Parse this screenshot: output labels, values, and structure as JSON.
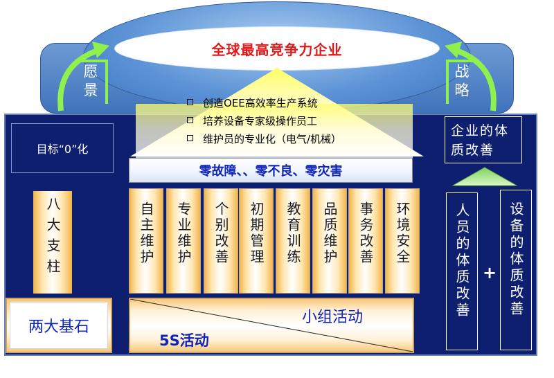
{
  "roof": {
    "ellipse_text": "全球最高竞争力企业",
    "left_label": "愿景",
    "right_label": "战略"
  },
  "goals": {
    "items": [
      "创造OEE高效率生产系统",
      "培养设备专家级操作员工",
      "维护员的专业化（电气/机械）"
    ],
    "zero_banner": "零故障、、零不良、零灾害"
  },
  "left": {
    "target_box": "目标“0”化",
    "eight_pillars_label": "八大支柱",
    "two_foundations_label": "两大基石"
  },
  "pillars": [
    "自主维护",
    "专业维护",
    "个别改善",
    "初期管理",
    "教育训练",
    "品质维护",
    "事务改善",
    "环境安全"
  ],
  "foundation": {
    "small_group": "小组活动",
    "five_s": "5S活动"
  },
  "right": {
    "enterprise_box": "企业的体质改善",
    "people_box": "人员的体质改善",
    "plus": "+",
    "equipment_box": "设备的体质改善"
  },
  "colors": {
    "navy": "#0d1f6e",
    "roof_blue": "#4b7fc4",
    "arrow_green": "#8ff04e",
    "ellipse_red": "#e01818",
    "banner_blue": "#1024b5",
    "pillar_orange": "#f3b54a"
  }
}
